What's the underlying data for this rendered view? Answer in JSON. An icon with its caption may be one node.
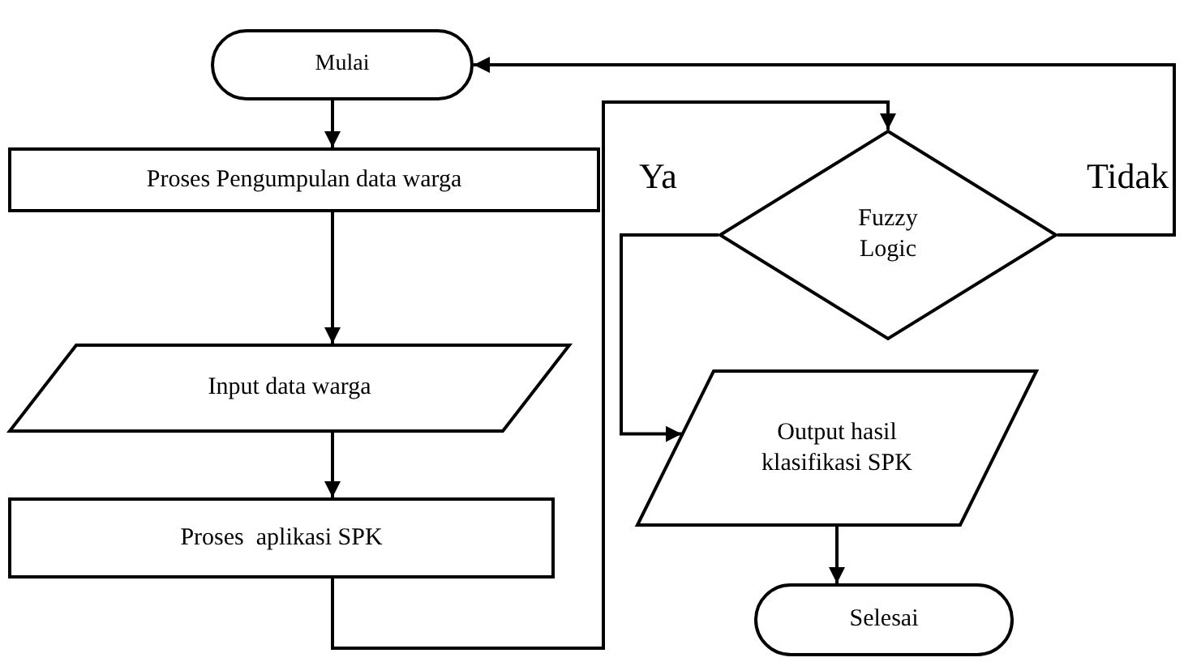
{
  "diagram": {
    "nodes": [
      {
        "text": [
          "Mulai"
        ]
      },
      {
        "text": [
          "Proses Pengumpulan data warga"
        ]
      },
      {
        "text": [
          "Input data warga"
        ]
      },
      {
        "text": [
          "Proses  aplikasi SPK"
        ]
      },
      {
        "text": [
          "Fuzzy Logic"
        ]
      },
      {
        "text": [
          "Output hasil klasifikasi SPK"
        ]
      },
      {
        "text": [
          "Selesai"
        ]
      }
    ],
    "edges": [
      {
        "from": 0,
        "to": 1,
        "arrow": "to"
      },
      {
        "from": 1,
        "to": 2,
        "arrow": "to"
      },
      {
        "from": 2,
        "to": 3,
        "arrow": "to"
      },
      {
        "from": 3,
        "to": 4,
        "arrow": "to"
      },
      {
        "from": 4,
        "to": 5,
        "arrow": "to",
        "label": "Ya"
      },
      {
        "from": 4,
        "to": 0,
        "arrow": "to",
        "label": "Tidak"
      },
      {
        "from": 5,
        "to": 6,
        "arrow": "to"
      }
    ]
  }
}
